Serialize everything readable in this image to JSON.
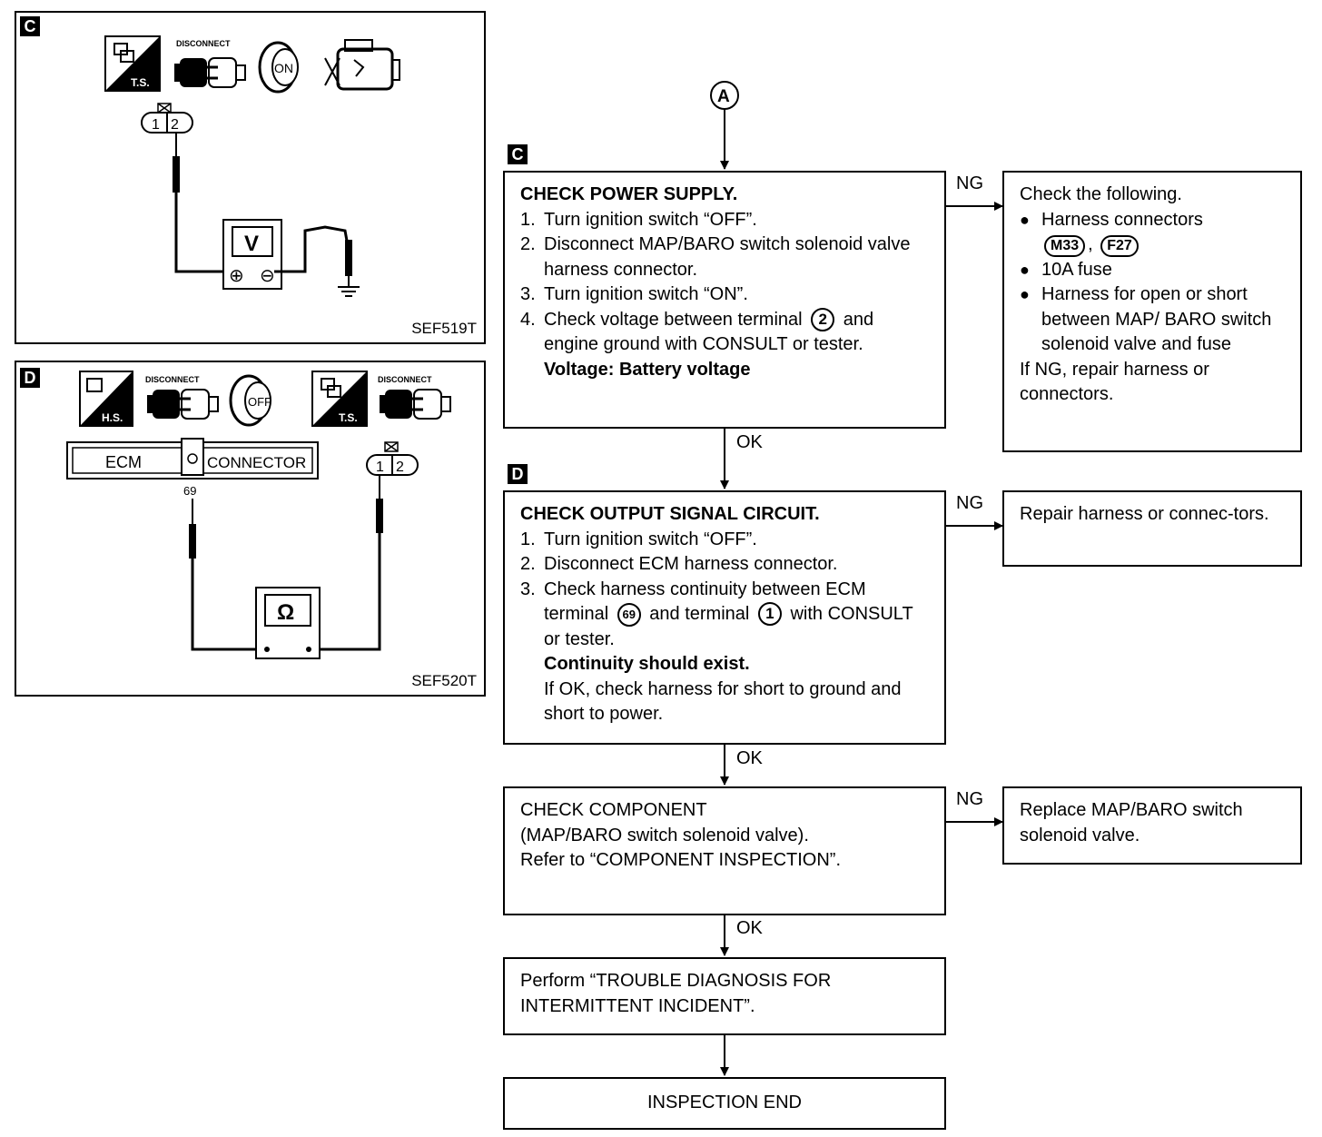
{
  "start_node": "A",
  "panel_c": {
    "tag": "C",
    "icons": {
      "ts_label": "T.S.",
      "disconnect_label": "DISCONNECT",
      "key_label": "ON"
    },
    "connector_pins": [
      "1",
      "2"
    ],
    "meter_label": "V",
    "plus": "⊕",
    "minus": "⊖",
    "code": "SEF519T"
  },
  "panel_d": {
    "tag": "D",
    "icons": {
      "hs_label": "H.S.",
      "disconnect_label": "DISCONNECT",
      "key_label": "OFF",
      "ts_label": "T.S.",
      "disconnect_label_2": "DISCONNECT"
    },
    "ecm_label": "ECM",
    "connector_label": "CONNECTOR",
    "pin_label": "69",
    "connector_pins": [
      "1",
      "2"
    ],
    "meter_label": "Ω",
    "code": "SEF520T"
  },
  "step_c": {
    "tag": "C",
    "title": "CHECK POWER SUPPLY.",
    "steps": [
      {
        "n": "1.",
        "t": "Turn ignition switch “OFF”."
      },
      {
        "n": "2.",
        "t": "Disconnect MAP/BARO switch solenoid valve harness connector."
      },
      {
        "n": "3.",
        "t": "Turn ignition switch “ON”."
      }
    ],
    "step4_n": "4.",
    "step4_a": "Check voltage between terminal",
    "step4_term": "2",
    "step4_b": "and engine ground with CONSULT or tester.",
    "spec": "Voltage: Battery voltage"
  },
  "ng_c": {
    "intro": "Check the following.",
    "b1": "Harness connectors",
    "conn1": "M33",
    "sep": ",",
    "conn2": "F27",
    "b2": "10A fuse",
    "b3": "Harness for open or short between MAP/ BARO switch solenoid valve and fuse",
    "outro": "If NG, repair harness or connectors."
  },
  "step_d": {
    "tag": "D",
    "title": "CHECK OUTPUT SIGNAL CIRCUIT.",
    "steps": [
      {
        "n": "1.",
        "t": "Turn ignition switch “OFF”."
      },
      {
        "n": "2.",
        "t": "Disconnect ECM harness connector."
      }
    ],
    "step3_n": "3.",
    "step3_a": "Check harness continuity between ECM terminal",
    "step3_term1": "69",
    "step3_b": "and terminal",
    "step3_term2": "1",
    "step3_c": "with CONSULT or tester.",
    "spec": "Continuity should exist.",
    "note": "If OK, check harness for short to ground and short to power."
  },
  "ng_d": {
    "text": "Repair harness or connec-tors."
  },
  "step_comp": {
    "l1": "CHECK COMPONENT",
    "l2": "(MAP/BARO switch solenoid valve).",
    "l3": "Refer to “COMPONENT INSPECTION”."
  },
  "ng_comp": {
    "text": "Replace MAP/BARO switch solenoid valve."
  },
  "step_perform": {
    "text": "Perform “TROUBLE DIAGNOSIS FOR INTERMITTENT INCIDENT”."
  },
  "step_end": {
    "text": "INSPECTION END"
  },
  "labels": {
    "ng": "NG",
    "ok": "OK"
  }
}
